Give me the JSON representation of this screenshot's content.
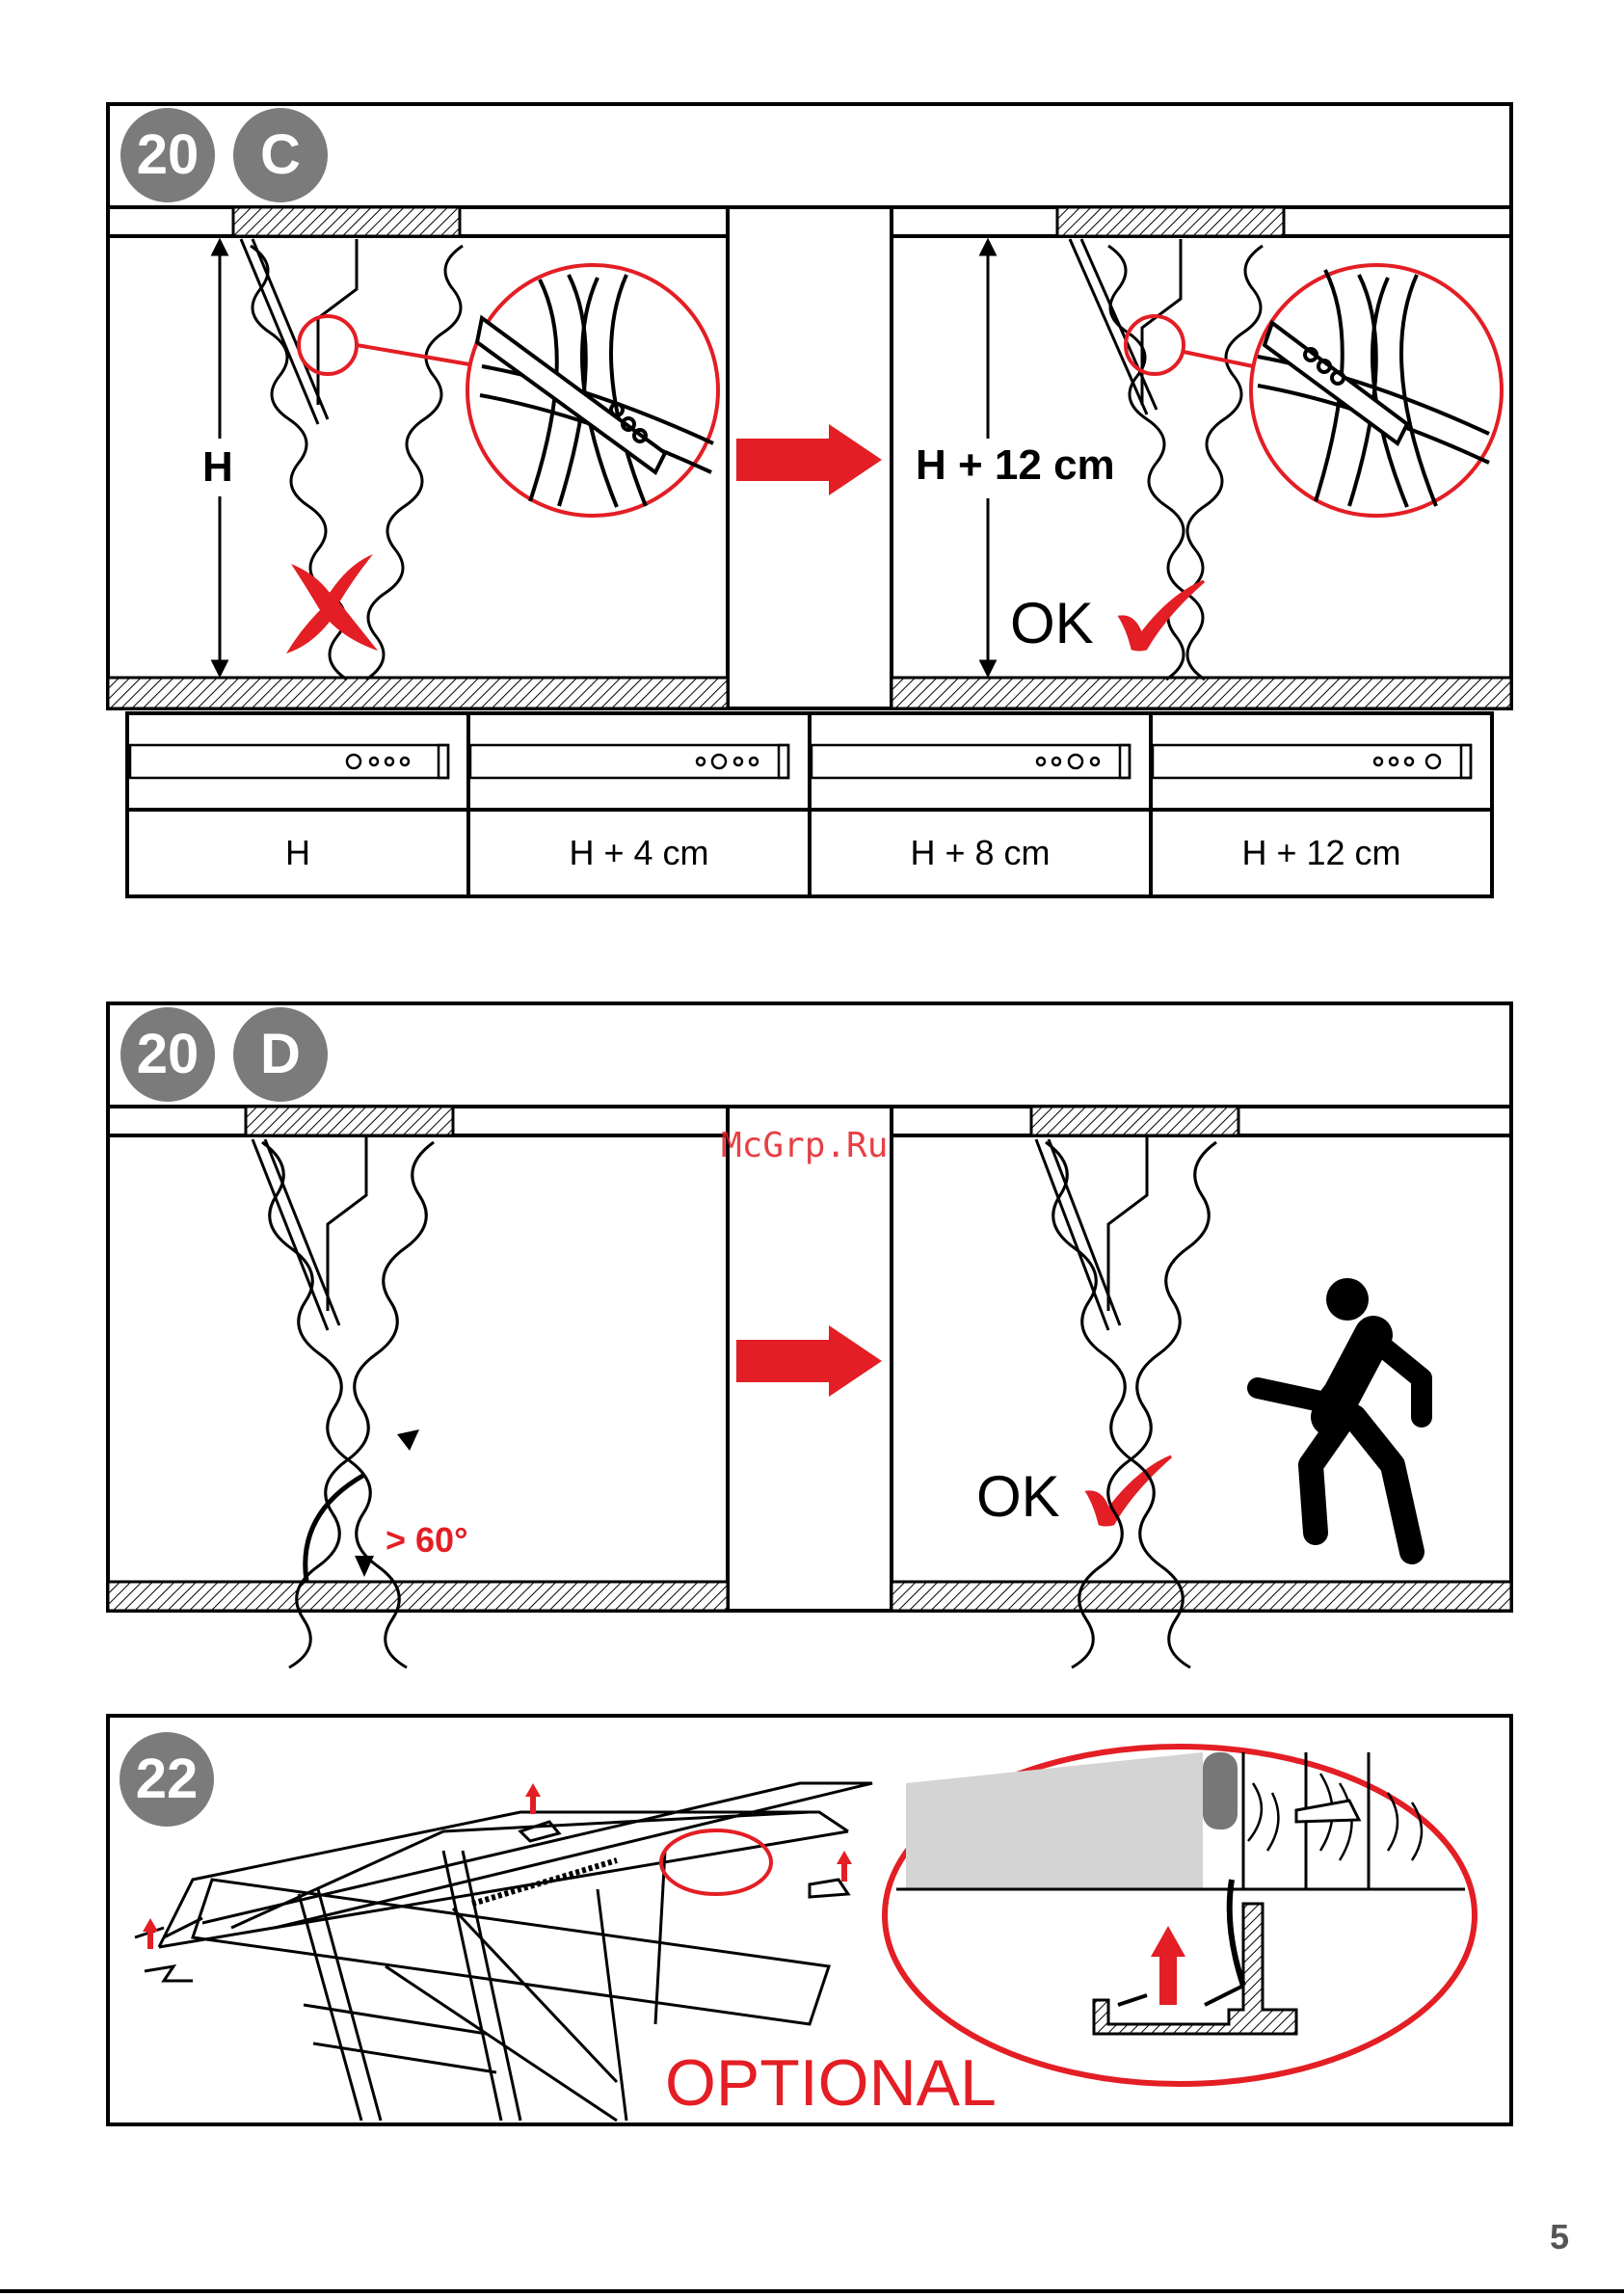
{
  "steps": {
    "s20c": {
      "num": "20",
      "letter": "C"
    },
    "s20d": {
      "num": "20",
      "letter": "D"
    },
    "s22": {
      "num": "22"
    }
  },
  "panel_20c": {
    "left_label": "H",
    "right_label": "H + 12 cm",
    "ok_text": "OK"
  },
  "table_20c": {
    "cells": [
      "H",
      "H + 4 cm",
      "H + 8 cm",
      "H + 12 cm"
    ]
  },
  "panel_20d": {
    "angle_label": "> 60°",
    "ok_text": "OK"
  },
  "panel_22": {
    "optional_text": "OPTIONAL"
  },
  "watermark": "McGrp.Ru",
  "page_number": "5",
  "colors": {
    "accent_red": "#e31e24",
    "badge_gray": "#7b7b7b",
    "floor_gray": "#d4d4d4"
  },
  "icons": [
    "arrow-right-icon",
    "cross-mark-icon",
    "check-mark-icon",
    "person-walking-icon",
    "arrow-up-icon"
  ]
}
